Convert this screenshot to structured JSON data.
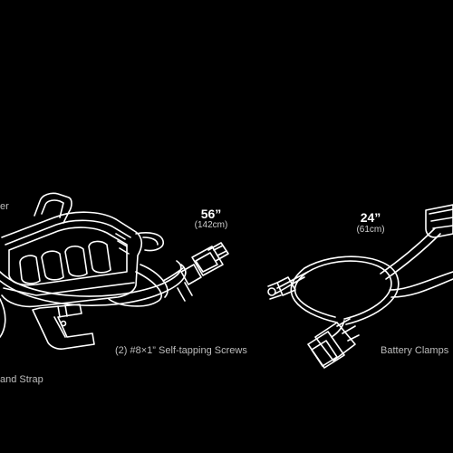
{
  "colors": {
    "background": "#000000",
    "line_art": "#ffffff",
    "label_text": "#bdbdbd"
  },
  "icons": {
    "charger_unit": "charger-unit-icon",
    "mounting_bracket": "mounting-bracket-icon",
    "cable_56": "coiled-cable-icon",
    "cable_24": "battery-clamp-cable-icon",
    "ring_terminal": "ring-terminal-icon",
    "clamp_head": "battery-clamp-icon"
  },
  "labels": {
    "top_left_fragment": "er",
    "bottom_left_fragment": "and Strap",
    "screws": "(2) #8×1” Self-tapping Screws",
    "battery_clamps": "Battery Clamps"
  },
  "lengths": {
    "long": {
      "value": "56”",
      "metric": "(142cm)"
    },
    "short": {
      "value": "24”",
      "metric": "(61cm)"
    }
  }
}
